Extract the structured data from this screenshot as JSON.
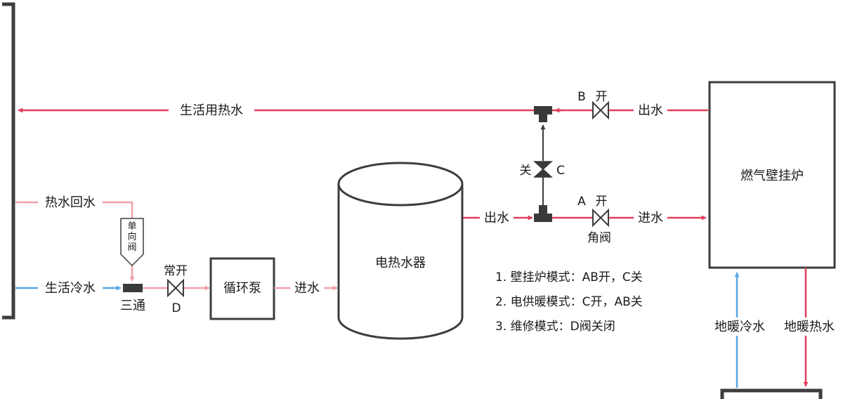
{
  "colors": {
    "hot": "#e0405a",
    "return": "#f0a0ab",
    "cold": "#5aa8e2",
    "outline": "#3d3d3d",
    "fitting": "#3a3a3a"
  },
  "labels": {
    "domestic_hot_water": "生活用热水",
    "hot_water_return": "热水回水",
    "domestic_cold_water": "生活冷水",
    "check_valve": "单向阀",
    "tee": "三通",
    "valve_d_state": "常开",
    "valve_d": "D",
    "circulation_pump": "循环泵",
    "pump_to_heater_inlet": "进水",
    "electric_heater": "电热水器",
    "heater_outlet": "出水",
    "valve_b": "B",
    "valve_b_state": "开",
    "boiler_outlet": "出水",
    "valve_c_state": "关",
    "valve_c": "C",
    "valve_a": "A",
    "valve_a_state": "开",
    "valve_a_type": "角阀",
    "boiler_inlet": "进水",
    "wall_boiler": "燃气壁挂炉",
    "floor_cold": "地暖冷水",
    "floor_hot": "地暖热水"
  },
  "modes": [
    "1. 壁挂炉模式：AB开，C关",
    "2. 电供暖模式：C开，AB关",
    "3. 维修模式：D阀关闭"
  ]
}
